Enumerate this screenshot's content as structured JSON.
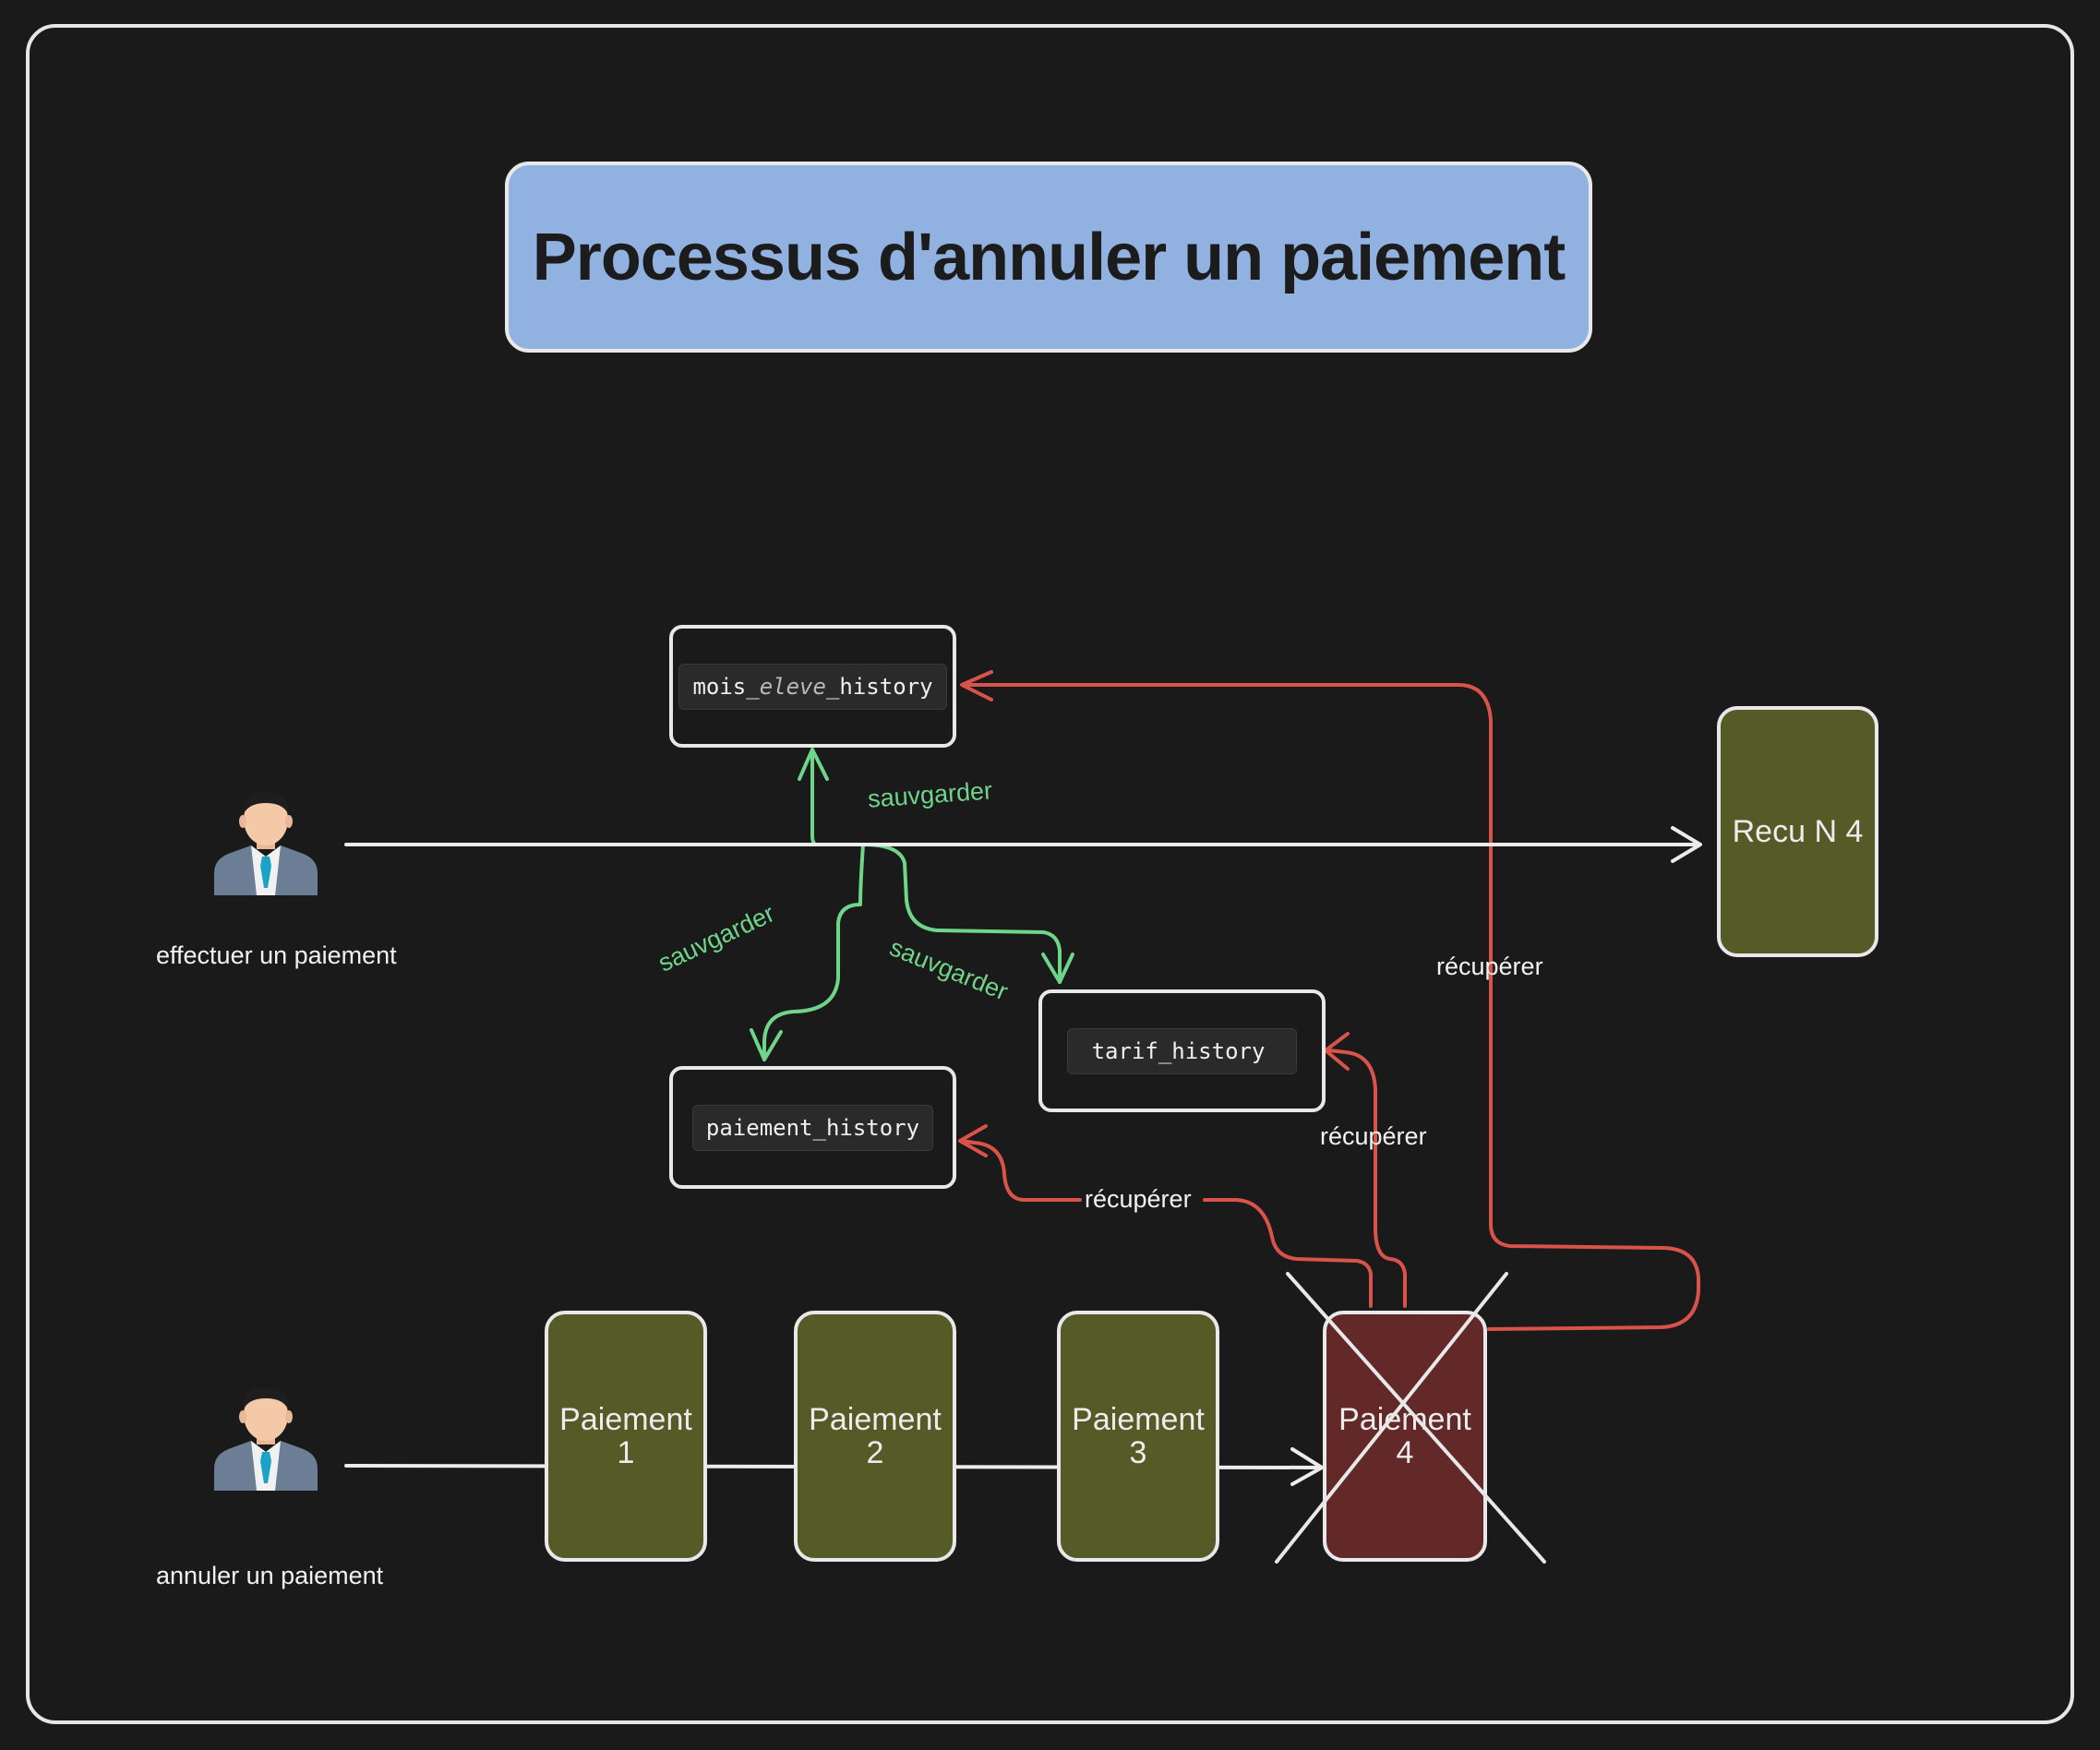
{
  "title": "Processus d'annuler un paiement",
  "tables": {
    "mois_eleve_history": {
      "prefix": "mois_",
      "italic": "eleve",
      "suffix": "_history"
    },
    "tarif_history": "tarif_history",
    "paiement_history": "paiement_history"
  },
  "actors": [
    {
      "label": "effectuer un paiement"
    },
    {
      "label": "annuler un paiement"
    }
  ],
  "receipt": "Recu N 4",
  "payments": [
    {
      "line1": "Paiement",
      "line2": "1",
      "status": "active"
    },
    {
      "line1": "Paiement",
      "line2": "2",
      "status": "active"
    },
    {
      "line1": "Paiement",
      "line2": "3",
      "status": "active"
    },
    {
      "line1": "Paiement",
      "line2": "4",
      "status": "cancelled"
    }
  ],
  "edge_labels": {
    "save_top": "sauvgarder",
    "save_left": "sauvgarder",
    "save_right": "sauvgarder",
    "recover_right": "récupérer",
    "recover_mid": "récupérer",
    "recover_bottom": "récupérer"
  },
  "colors": {
    "background": "#1a1a1a",
    "title_fill": "#91b1e0",
    "payment_fill": "#565a27",
    "cancelled_fill": "#632928",
    "save_arrow": "#6fd58a",
    "recover_arrow": "#d9534a",
    "flow_arrow": "#ececec"
  }
}
